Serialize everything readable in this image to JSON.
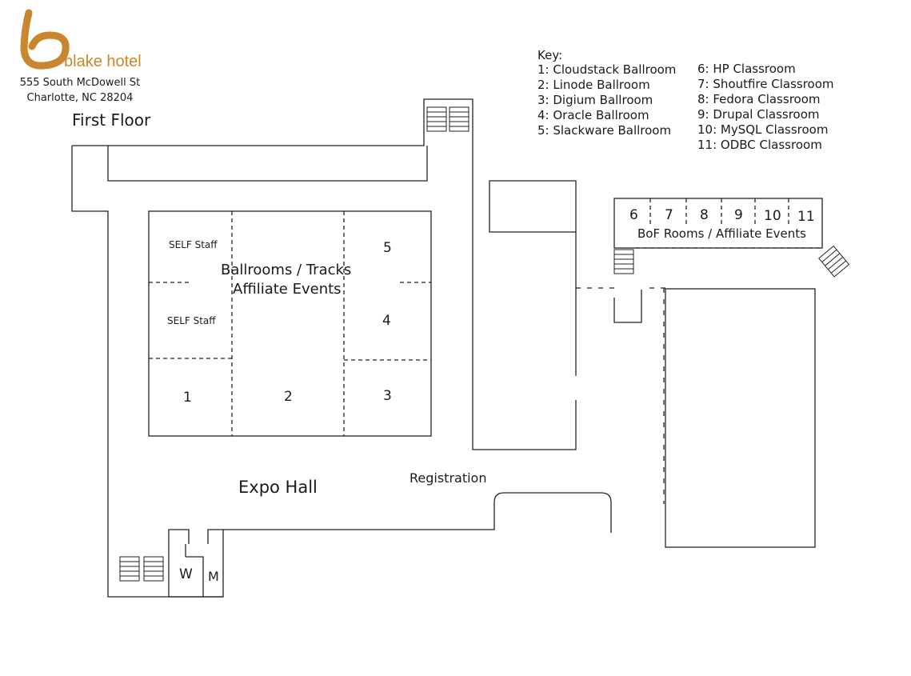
{
  "brand": {
    "name": "blake hotel",
    "color": "#c8862e",
    "address_line1": "555 South McDowell St",
    "address_line2": "Charlotte, NC 28204"
  },
  "floor_title": "First Floor",
  "key": {
    "title": "Key:",
    "left": [
      "1:  Cloudstack Ballroom",
      "2:  Linode Ballroom",
      "3:  Digium Ballroom",
      "4:  Oracle Ballroom",
      "5:  Slackware Ballroom"
    ],
    "right": [
      "6:  HP Classroom",
      "7:  Shoutfire Classroom",
      "8:  Fedora Classroom",
      "9:  Drupal Classroom",
      "10:  MySQL Classroom",
      "11:  ODBC Classroom"
    ]
  },
  "ballrooms": {
    "label_line1": "Ballrooms / Tracks",
    "label_line2": "Affiliate Events",
    "staff_1": "SELF Staff",
    "staff_2": "SELF Staff",
    "room_1": "1",
    "room_2": "2",
    "room_3": "3",
    "room_4": "4",
    "room_5": "5"
  },
  "classrooms": {
    "rooms": [
      "6",
      "7",
      "8",
      "9",
      "10",
      "11"
    ],
    "label": "BoF Rooms / Affiliate Events"
  },
  "areas": {
    "expo": "Expo Hall",
    "registration": "Registration",
    "restroom_w": "W",
    "restroom_m": "M"
  }
}
